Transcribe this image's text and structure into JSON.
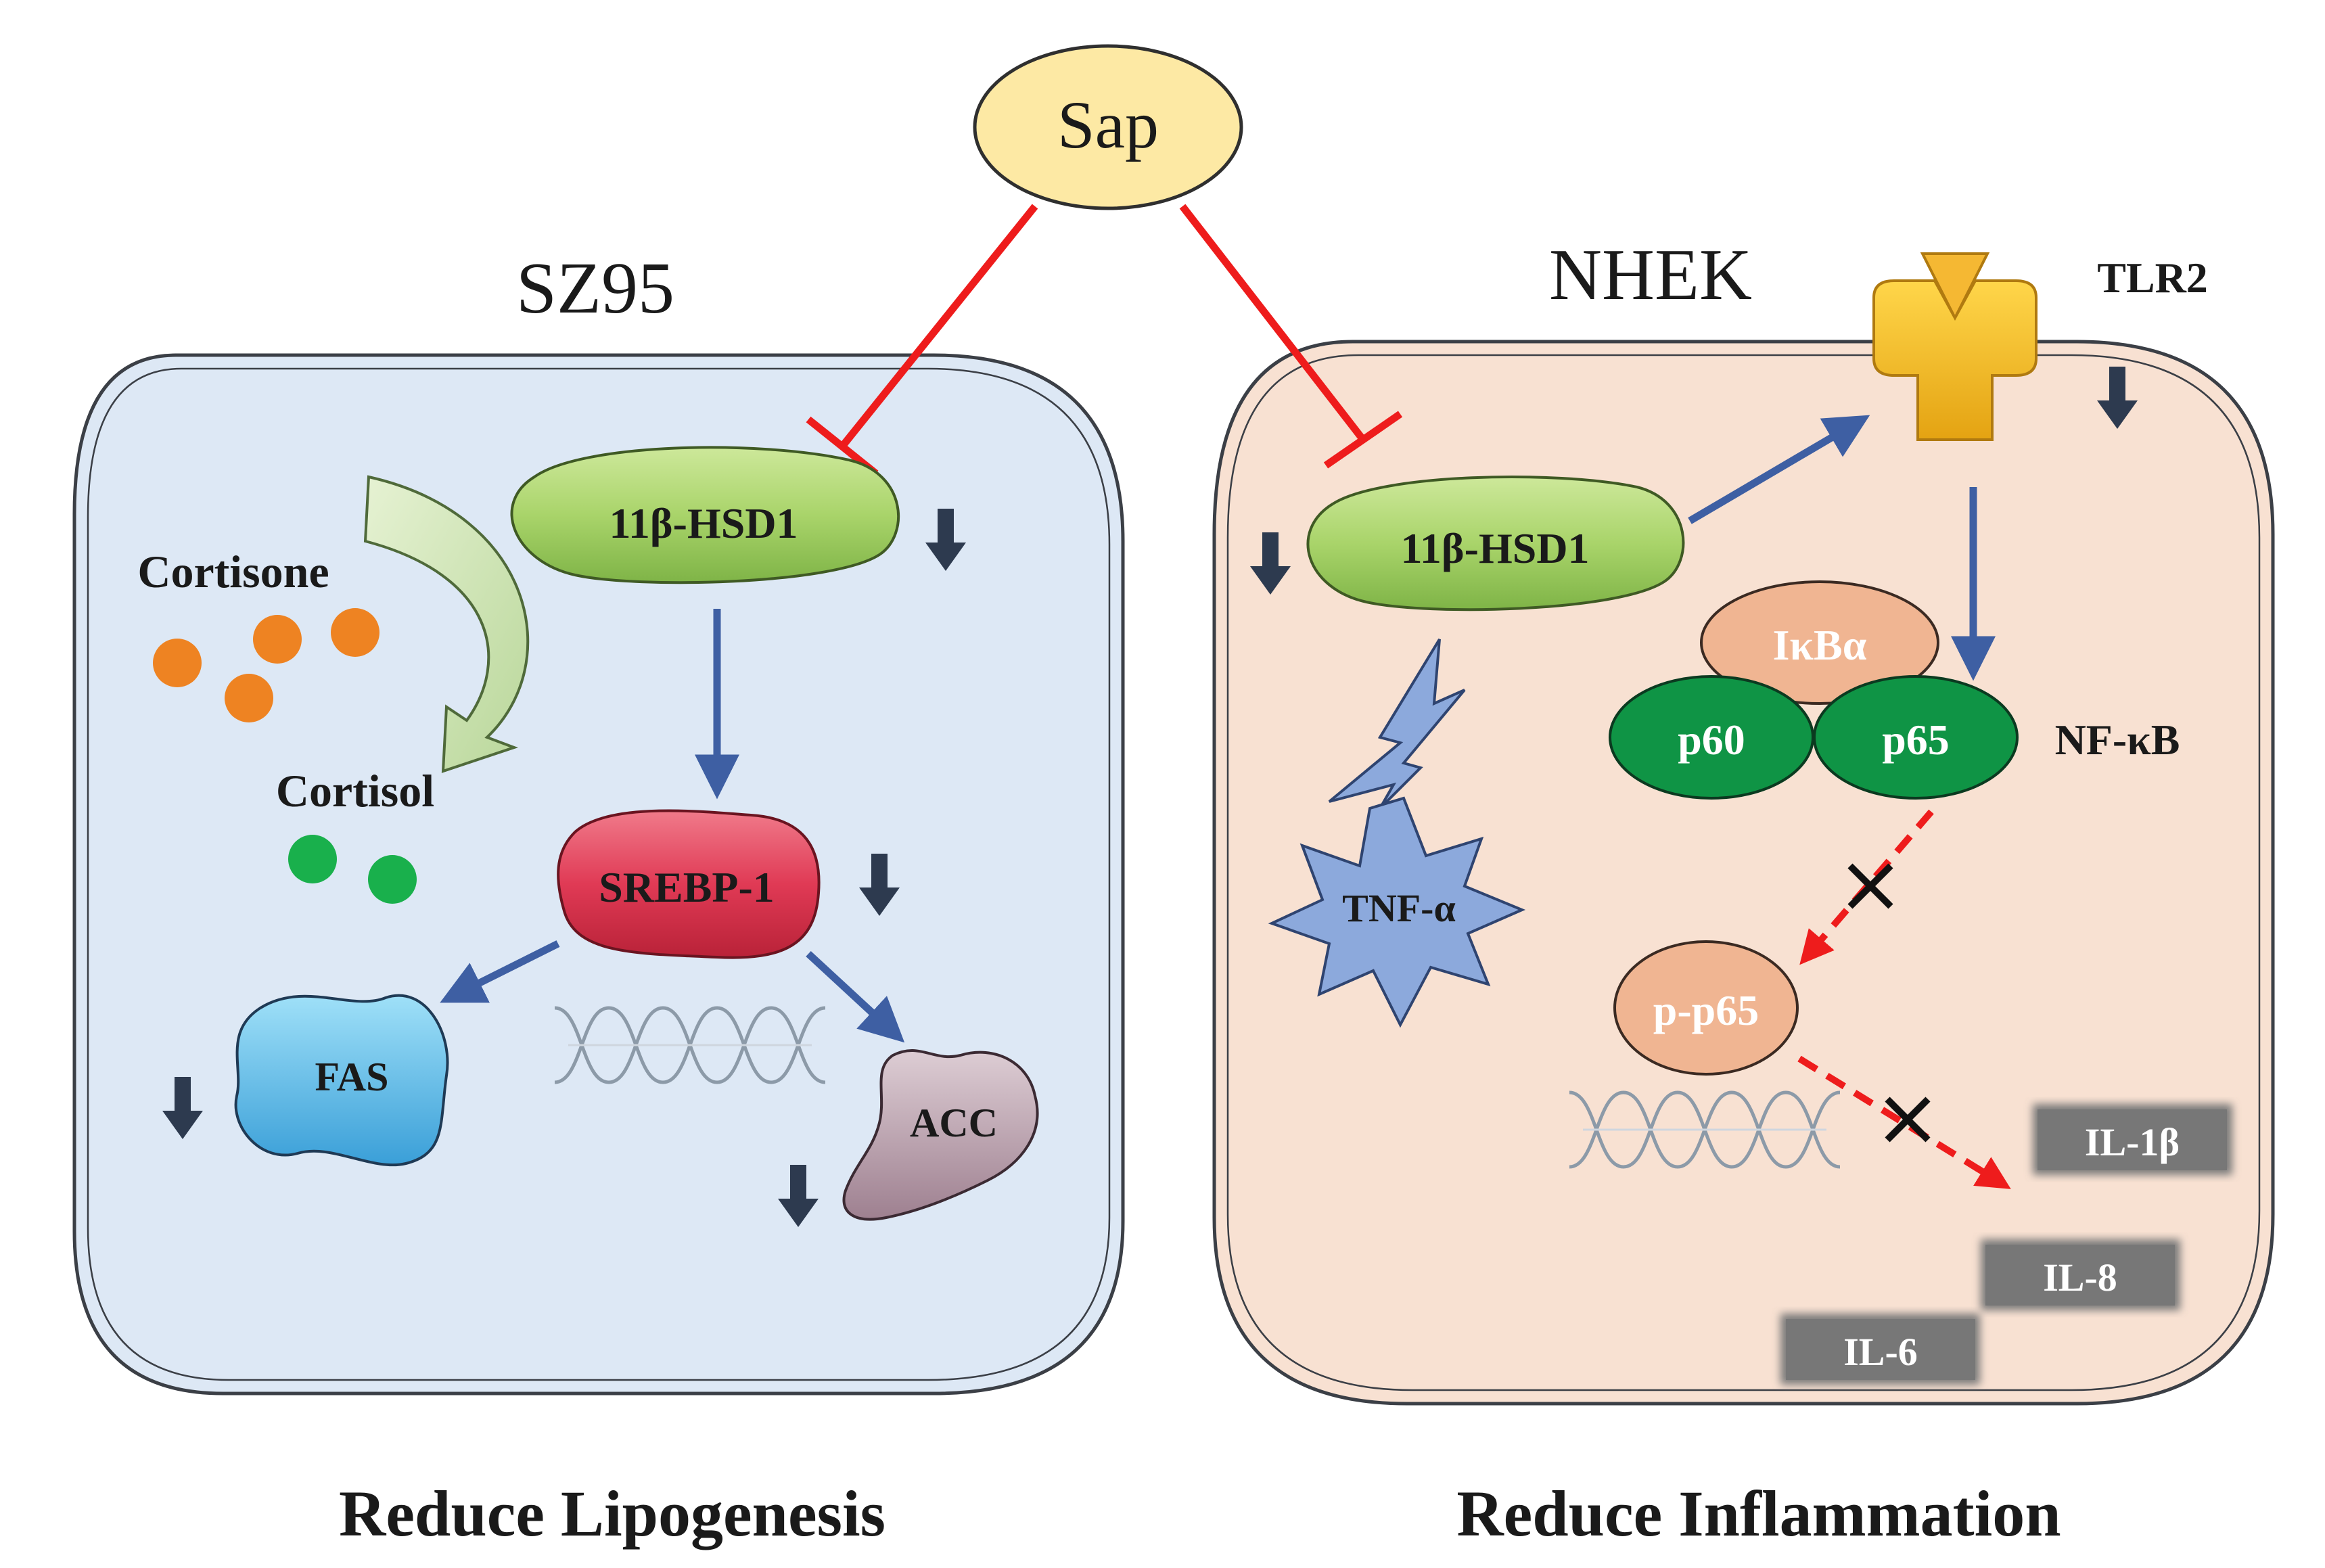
{
  "sap_label": "Sap",
  "left_panel": {
    "cell_line": "SZ95",
    "enzyme": "11β-HSD1",
    "substrate_label": "Cortisone",
    "product_label": "Cortisol",
    "transcription_factor": "SREBP-1",
    "target_fas": "FAS",
    "target_acc": "ACC",
    "outcome": "Reduce Lipogenesis"
  },
  "right_panel": {
    "cell_line": "NHEK",
    "enzyme": "11β-HSD1",
    "receptor": "TLR2",
    "cytokine_trigger": "TNF-α",
    "inhibitor": "IκBα",
    "subunit_p60": "p60",
    "subunit_p65": "p65",
    "complex_label": "NF-κB",
    "phospho": "p-p65",
    "cytokines": [
      "IL-1β",
      "IL-8",
      "IL-6"
    ],
    "outcome": "Reduce Inflammation"
  },
  "colors": {
    "inhibition": "#ee1c1c",
    "activation_arrow": "#3e5fa3",
    "down_arrow": "#2d3a4f",
    "left_cell_fill": "#dde8f5",
    "right_cell_fill": "#f8e1d2",
    "enzyme_green": "#a9d46a",
    "srebp_red": "#e03a55",
    "fas_blue": "#5bbde8",
    "acc_purple": "#b59aa7",
    "cortisone_orange": "#ee8322",
    "cortisol_green": "#19b04c",
    "nfkb_green": "#0f9445",
    "ikba_peach": "#f0b592",
    "tlr2_yellow": "#f2b81c",
    "tnf_blue": "#8ca9dc",
    "cytokine_gray": "#7a7a7a"
  }
}
